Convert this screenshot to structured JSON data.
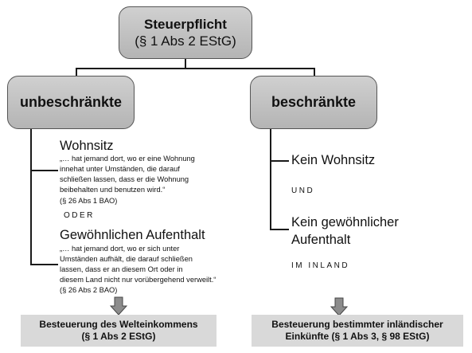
{
  "root": {
    "title": "Steuerpflicht",
    "reference": "(§ 1 Abs 2 EStG)"
  },
  "left": {
    "label": "unbeschränkte",
    "item1": {
      "term": "Wohnsitz",
      "quote": [
        "„… hat jemand dort, wo er eine Wohnung",
        "innehat unter Umständen, die darauf",
        "schließen lassen, dass er die Wohnung",
        "beibehalten und benutzen wird.“"
      ],
      "source": "(§ 26 Abs 1 BAO)"
    },
    "connector": "ODER",
    "item2": {
      "term": "Gewöhnlichen Aufenthalt",
      "quote": [
        "„… hat jemand dort, wo er sich unter",
        "Umständen aufhält, die darauf schließen",
        "lassen, dass er an diesem Ort oder in",
        "diesem Land nicht nur vorübergehend verweilt.“"
      ],
      "source": "(§ 26 Abs 2 BAO)"
    },
    "result": [
      "Besteuerung des Welteinkommens",
      "(§ 1 Abs 2 EStG)"
    ]
  },
  "right": {
    "label": "beschränkte",
    "item1": "Kein Wohnsitz",
    "connector": "UND",
    "item2": [
      "Kein gewöhnlicher",
      "Aufenthalt"
    ],
    "note": "IM INLAND",
    "result": [
      "Besteuerung bestimmter inländischer",
      "Einkünfte (§ 1 Abs 3, § 98 EStG)"
    ]
  },
  "colors": {
    "box_fill": "#c4c4c4",
    "result_fill": "#d9d9d9",
    "line": "#1a1a1a",
    "arrow": "#8c8c8c"
  }
}
